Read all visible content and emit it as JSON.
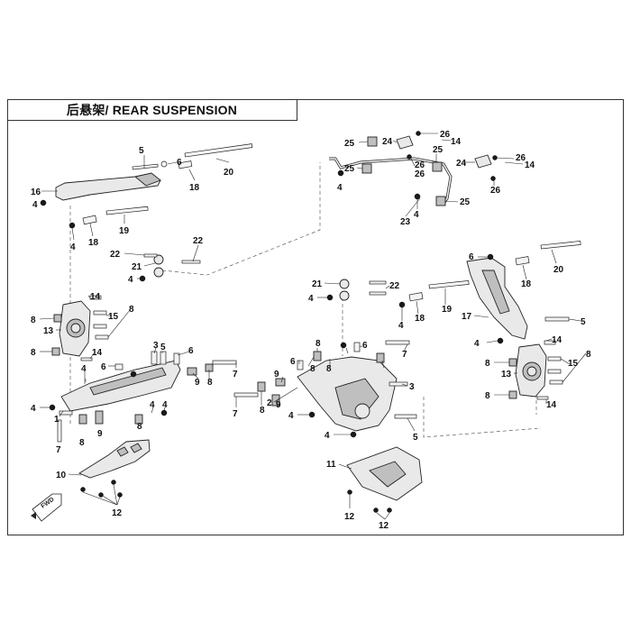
{
  "header": {
    "title": "后悬架/ REAR SUSPENSION"
  },
  "badge": {
    "fwd": "FWD"
  },
  "callouts": {
    "c4a": "4",
    "c16": "16",
    "c5a": "5",
    "c6a": "6",
    "c20a": "20",
    "c18a": "18",
    "c19a": "19",
    "c4b": "4",
    "c18b": "18",
    "c22a": "22",
    "c22b": "22",
    "c21a": "21",
    "c4c": "4",
    "c14a": "14",
    "c8a": "8",
    "c15a": "15",
    "c8b": "8",
    "c13a": "13",
    "c8c": "8",
    "c8d": "8",
    "c14b": "14",
    "c3a": "3",
    "c5b": "5",
    "c6b": "6",
    "c6c": "6",
    "c4d": "4",
    "c7a": "7",
    "c9a": "9",
    "c8e": "8",
    "c4e": "4",
    "c1a": "1",
    "c4f": "4",
    "c8f": "8",
    "c4g": "4",
    "c9b": "9",
    "c7b": "7",
    "c10": "10",
    "c12a": "12",
    "c25a": "25",
    "c24a": "24",
    "c26a": "26",
    "c14c": "14",
    "c25b": "25",
    "c26b": "26",
    "c25c": "25",
    "c4h": "4",
    "c26c": "26",
    "c24b": "24",
    "c26d": "26",
    "c14d": "14",
    "c26e": "26",
    "c25d": "25",
    "c4i": "4",
    "c23": "23",
    "c6d": "6",
    "c20b": "20",
    "c18c": "18",
    "c21b": "21",
    "c22c": "22",
    "c4j": "4",
    "c19b": "19",
    "c18d": "18",
    "c4k": "4",
    "c17": "17",
    "c5c": "5",
    "c8g": "8",
    "c6e": "6",
    "c7c": "7",
    "c4l": "4",
    "c14e": "14",
    "c8h": "8",
    "c8i": "8",
    "c15b": "15",
    "c13b": "13",
    "c8j": "8",
    "c14f": "14",
    "c6f": "6",
    "c8k": "8",
    "c8l": "8",
    "c9c": "9",
    "c3b": "3",
    "c7d": "7",
    "c8m": "8",
    "c9d": "9",
    "c2": "2",
    "c4m": "4",
    "c4n": "4",
    "c5d": "5",
    "c11": "11",
    "c12b": "12",
    "c12c": "12"
  }
}
